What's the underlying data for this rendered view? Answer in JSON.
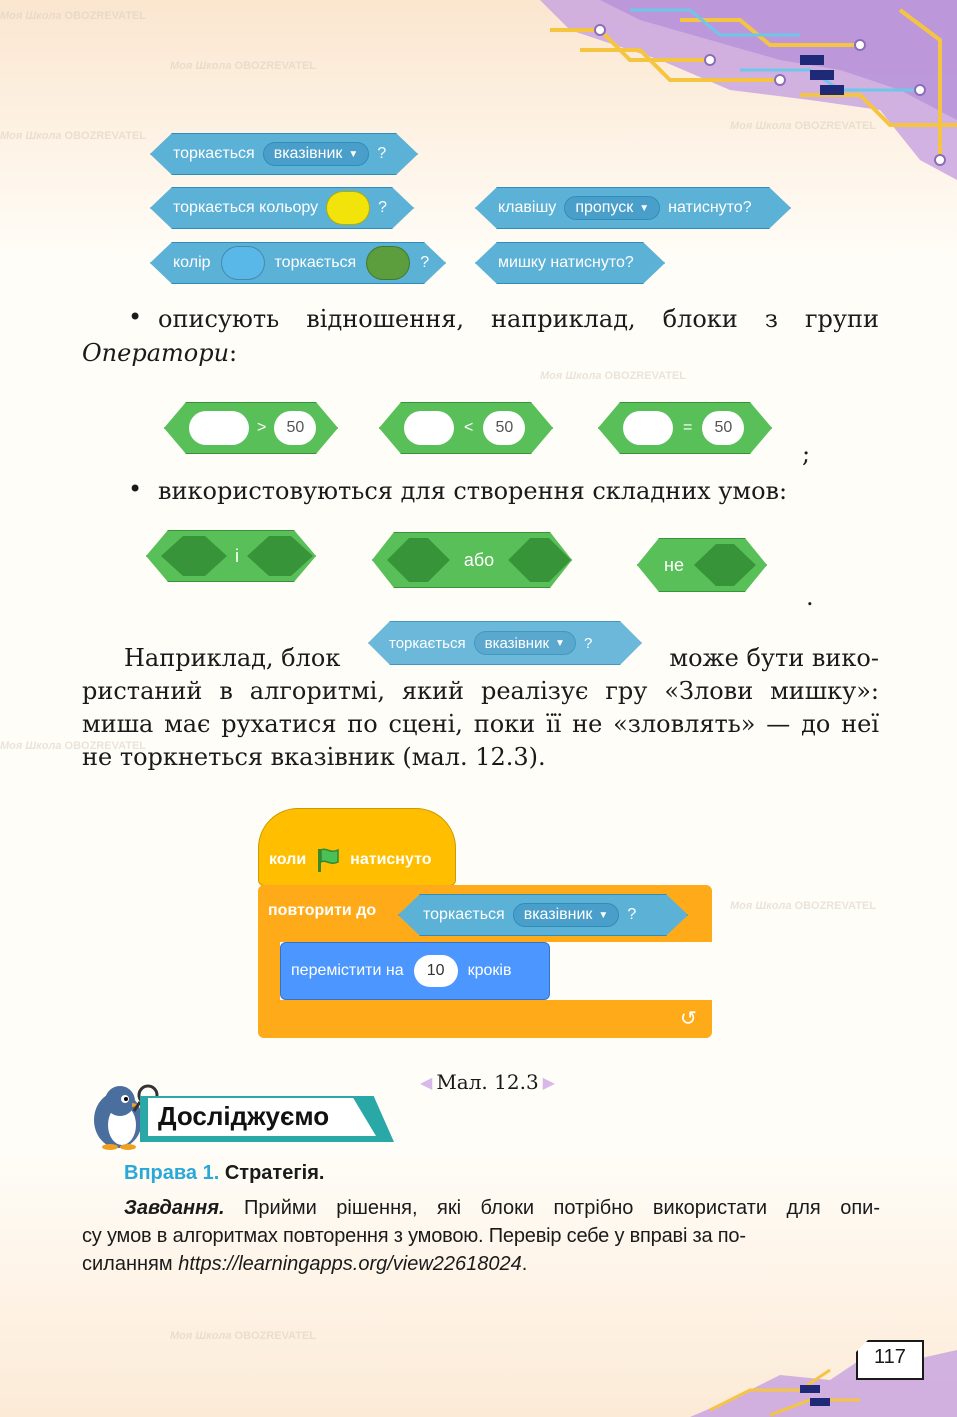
{
  "sensing_blocks": {
    "touching_pointer": {
      "label": "торкається",
      "dropdown": "вказівник",
      "q": "?"
    },
    "touching_color": {
      "label": "торкається кольору",
      "q": "?"
    },
    "key_pressed": {
      "prefix": "клавішу",
      "dropdown": "пропуск",
      "suffix": "натиснуто?"
    },
    "color_touches": {
      "label1": "колір",
      "label2": "торкається",
      "q": "?"
    },
    "mouse_down": {
      "label": "мишку натиснуто?"
    }
  },
  "bullet_relations": {
    "bullet": "•",
    "line1": "описують відношення, наприклад, блоки з групи",
    "line2_italic": "Оператори",
    "line2_tail": ":"
  },
  "operators": [
    {
      "sign": ">",
      "value": "50"
    },
    {
      "sign": "<",
      "value": "50"
    },
    {
      "sign": "=",
      "value": "50"
    }
  ],
  "semicolon": ";",
  "bullet_complex": {
    "bullet": "•",
    "text": "використовуються для створення складних умов:"
  },
  "logic_blocks": {
    "and": "і",
    "or": "або",
    "not": "не"
  },
  "period": ".",
  "example_paragraph": {
    "start": "Наприклад, блок",
    "inline_block": {
      "label": "торкається",
      "dropdown": "вказівник",
      "q": "?"
    },
    "end": "може бути вико-",
    "line2": "ристаний в алгоритмі, який реалізує гру «Злови мишку»:",
    "line3": "миша має рухатися по сцені, поки її не «зловлять» — до неї",
    "line4": "не торкнеться вказівник (мал. 12.3)."
  },
  "script": {
    "event": {
      "when": "коли",
      "clicked": "натиснуто"
    },
    "repeat_until": "повторити до",
    "condition": {
      "label": "торкається",
      "dropdown": "вказівник",
      "q": "?"
    },
    "move": {
      "label": "перемістити на",
      "steps": "10",
      "unit": "кроків"
    }
  },
  "figure_caption": "Мал. 12.3",
  "section_title": "Досліджуємо",
  "exercise": {
    "title_blue": "Вправа 1.",
    "title_black": "Стратегія.",
    "task_label": "Завдання.",
    "line1": "Прийми рішення, які блоки потрібно використати для опи-",
    "line2": "су умов в алгоритмах повторення з умовою. Перевір себе у вправі за по-",
    "line3_prefix": "силанням ",
    "link": "https://learningapps.org/view22618024",
    "line3_suffix": "."
  },
  "page_number": "117",
  "watermark": {
    "brand1": "Моя Школа",
    "brand2": "OBOZREVATEL"
  },
  "colors": {
    "sensing": "#5cb1d6",
    "operators": "#59c059",
    "control": "#ffab19",
    "event": "#ffbf00",
    "motion": "#4c97ff",
    "accent_blue": "#2aa8d8"
  }
}
